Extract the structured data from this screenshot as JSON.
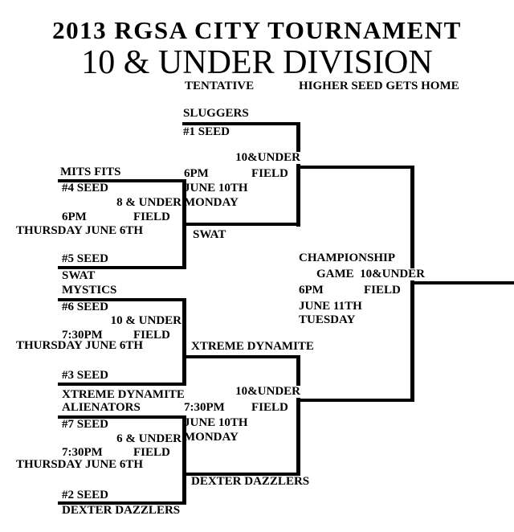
{
  "header": {
    "title": "2013 RGSA CITY TOURNAMENT",
    "subtitle": "10 & UNDER DIVISION",
    "tentative_note": "TENTATIVE",
    "home_note": "HIGHER SEED GETS HOME"
  },
  "quarterfinals": [
    {
      "top_team": "MITS FITS",
      "top_seed": "#4 SEED",
      "field": "8 & UNDER",
      "field_word": "FIELD",
      "time": "6PM",
      "date": "THURSDAY JUNE 6TH",
      "bottom_seed": "#5 SEED",
      "bottom_team": "SWAT"
    },
    {
      "top_team": "MYSTICS",
      "top_seed": "#6 SEED",
      "field": "10 & UNDER",
      "field_word": "FIELD",
      "time": "7:30PM",
      "date": "THURSDAY JUNE 6TH",
      "bottom_seed": "#3 SEED",
      "bottom_team": "XTREME DYNAMITE"
    },
    {
      "top_team": "ALIENATORS",
      "top_seed": "#7 SEED",
      "field": "6 & UNDER",
      "field_word": "FIELD",
      "time": "7:30PM",
      "date": "THURSDAY JUNE 6TH",
      "bottom_seed": "#2 SEED",
      "bottom_team": "DEXTER DAZZLERS"
    }
  ],
  "semifinals": [
    {
      "top_team": "SLUGGERS",
      "top_seed": "#1 SEED",
      "field": "10&UNDER",
      "field_word": "FIELD",
      "time": "6PM",
      "date": "JUNE 10TH",
      "day": "MONDAY",
      "bottom_team": "SWAT"
    },
    {
      "top_team": "XTREME DYNAMITE",
      "field": "10&UNDER",
      "field_word": "FIELD",
      "time": "7:30PM",
      "date": "JUNE 10TH",
      "day": "MONDAY",
      "bottom_team": "DEXTER DAZZLERS"
    }
  ],
  "final": {
    "label_line1": "CHAMPIONSHIP",
    "label_line2": "GAME  10&UNDER",
    "time": "6PM",
    "field_word": "FIELD",
    "date": "JUNE 11TH",
    "day": "TUESDAY"
  }
}
